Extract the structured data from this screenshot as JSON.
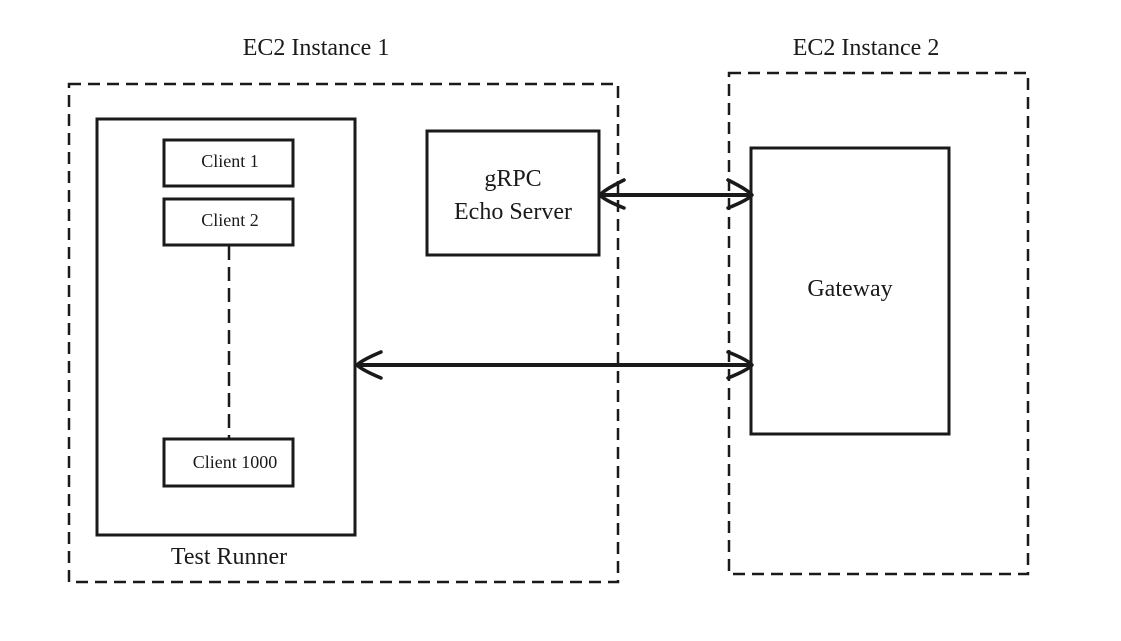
{
  "instances": [
    {
      "title": "EC2 Instance 1",
      "components": {
        "test_runner": {
          "label": "Test Runner",
          "clients": [
            "Client 1",
            "Client 2",
            "Client 1000"
          ]
        },
        "echo_server": {
          "label_line1": "gRPC",
          "label_line2": "Echo Server"
        }
      }
    },
    {
      "title": "EC2 Instance 2",
      "components": {
        "gateway": {
          "label": "Gateway"
        }
      }
    }
  ],
  "connections": [
    {
      "from": "gRPC Echo Server",
      "to": "Gateway",
      "direction": "bidirectional"
    },
    {
      "from": "Test Runner",
      "to": "Gateway",
      "direction": "bidirectional"
    }
  ],
  "colors": {
    "stroke": "#1a1a1a",
    "background": "#ffffff"
  }
}
